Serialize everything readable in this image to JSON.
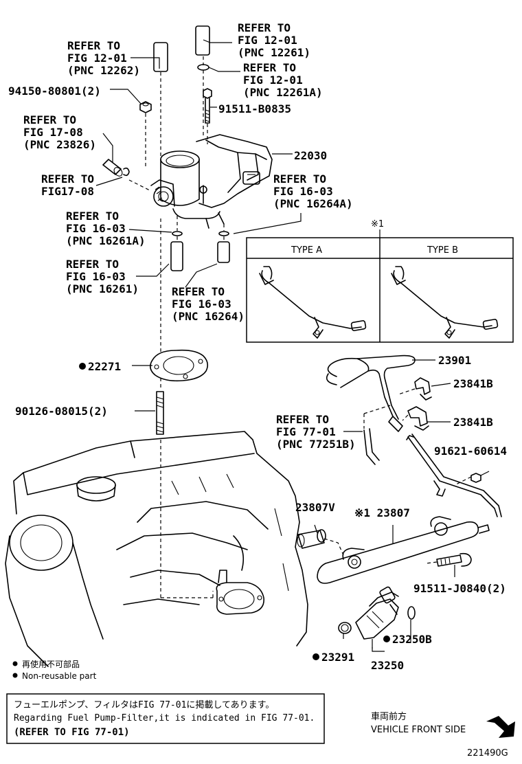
{
  "labels": {
    "ref_1226_2": [
      "REFER TO",
      "FIG 12-01",
      "(PNC 12262)"
    ],
    "ref_1226_1": [
      "REFER TO",
      "FIG 12-01",
      "(PNC 12261)"
    ],
    "ref_1226_1a": [
      "REFER TO",
      "FIG 12-01",
      "(PNC 12261A)"
    ],
    "part_94150": "94150-80801(2)",
    "part_91511_b": "91511-B0835",
    "ref_17_08_a": [
      "REFER TO",
      "FIG 17-08",
      "(PNC 23826)"
    ],
    "ref_17_08_b": [
      "REFER TO",
      "FIG17-08"
    ],
    "part_22030": "22030",
    "ref_16_03_264a": [
      "REFER TO",
      "FIG 16-03",
      "(PNC 16264A)"
    ],
    "ref_16_03_261a": [
      "REFER TO",
      "FIG 16-03",
      "(PNC 16261A)"
    ],
    "ref_16_03_261": [
      "REFER TO",
      "FIG 16-03",
      "(PNC 16261)"
    ],
    "ref_16_03_264": [
      "REFER TO",
      "FIG 16-03",
      "(PNC 16264)"
    ],
    "type_box_mark": "※1",
    "type_a": "TYPE A",
    "type_b": "TYPE B",
    "part_22271": "22271",
    "part_90126": "90126-08015(2)",
    "part_23901": "23901",
    "part_23841b_1": "23841B",
    "part_23841b_2": "23841B",
    "ref_77_01": [
      "REFER TO",
      "FIG 77-01",
      "(PNC 77251B)"
    ],
    "part_91621": "91621-60614",
    "part_23807v": "23807V",
    "part_23807": "※1 23807",
    "part_91511_j": "91511-J0840(2)",
    "part_23250b": "23250B",
    "part_23291": "23291",
    "part_23250": "23250"
  },
  "legend": {
    "jp": "再使用不可部品",
    "en": "Non-reusable part"
  },
  "note": {
    "jp": "フューエルポンプ、フィルタはFIG 77-01に掲載してあります。",
    "en": "Regarding Fuel Pump-Filter,it is indicated in FIG 77-01.",
    "ref": "(REFER TO FIG 77-01)"
  },
  "front": {
    "jp": "車両前方",
    "en": "VEHICLE FRONT SIDE"
  },
  "figure_code": "221490G"
}
